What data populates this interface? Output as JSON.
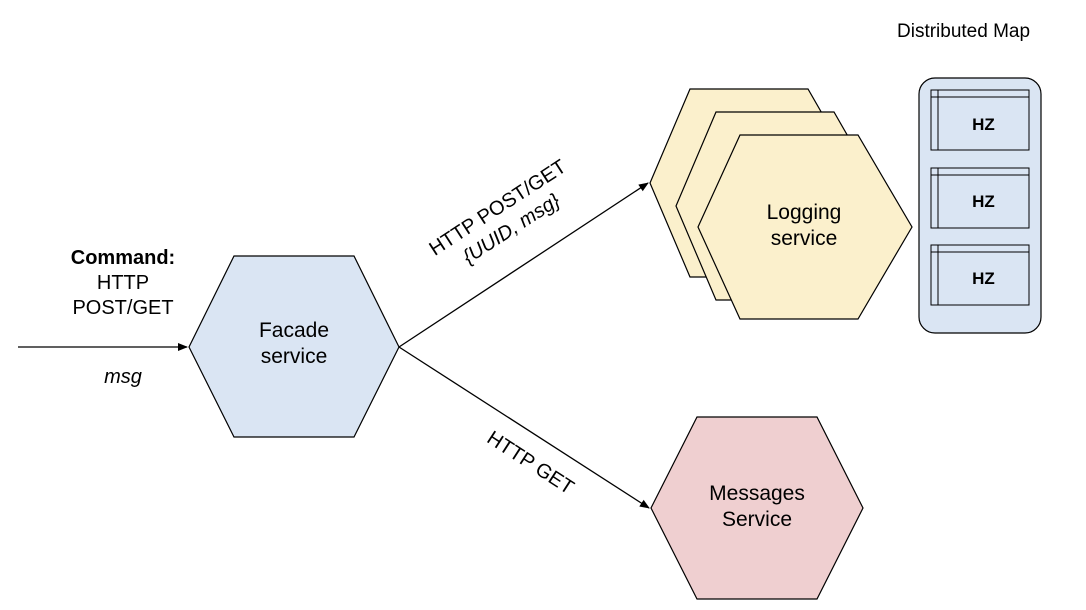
{
  "colors": {
    "facade_fill": "#dae5f3",
    "logging_fill": "#fbf0cc",
    "messages_fill": "#efcfd0",
    "map_fill": "#dae5f3",
    "stroke": "#000000"
  },
  "command": {
    "title": "Command:",
    "line1": "HTTP",
    "line2": "POST/GET",
    "param": "msg"
  },
  "facade": {
    "line1": "Facade",
    "line2": "service"
  },
  "logging": {
    "line1": "Logging",
    "line2": "service"
  },
  "messages": {
    "line1": "Messages",
    "line2": "Service"
  },
  "edge_logging": {
    "line1": "HTTP POST/GET",
    "line2": "{UUID, msg}"
  },
  "edge_messages": {
    "label": "HTTP GET"
  },
  "distributed_map": {
    "title": "Distributed Map",
    "nodes": [
      "HZ",
      "HZ",
      "HZ"
    ]
  }
}
